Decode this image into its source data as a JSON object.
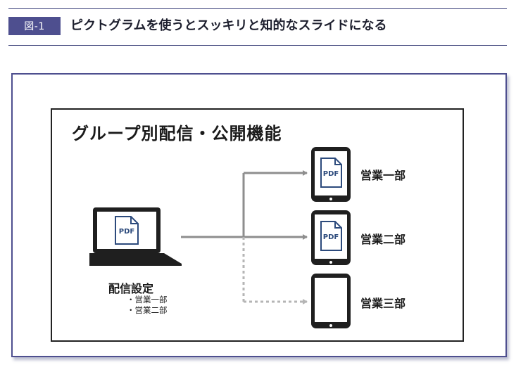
{
  "figure": {
    "label": "図-1",
    "title": "ピクトグラムを使うとスッキリと知的なスライドになる"
  },
  "slide": {
    "title": "グループ別配信・公開機能",
    "sender": {
      "icon": "laptop-icon",
      "file_label": "PDF",
      "label": "配信設定",
      "targets": [
        "・営業一部",
        "・営業二部"
      ]
    },
    "recipients": [
      {
        "name": "営業一部",
        "icon": "tablet-icon",
        "file_label": "PDF",
        "delivered": true
      },
      {
        "name": "営業二部",
        "icon": "tablet-icon",
        "file_label": "PDF",
        "delivered": true
      },
      {
        "name": "営業三部",
        "icon": "tablet-icon",
        "file_label": "",
        "delivered": false
      }
    ]
  },
  "colors": {
    "accent": "#4e4f8f",
    "rule": "#3a3f78",
    "device": "#222222",
    "document": "#2c4a7c",
    "arrow": "#8e8e8e",
    "arrow_dashed": "#b5b5b5"
  }
}
